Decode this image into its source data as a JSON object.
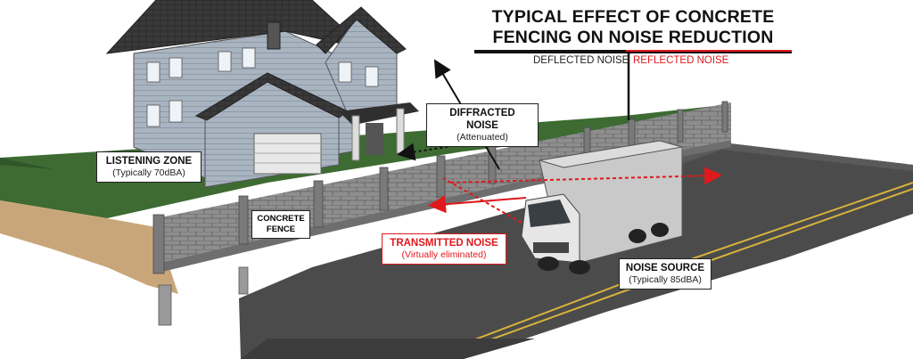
{
  "title": {
    "line1": "TYPICAL EFFECT OF CONCRETE",
    "line2": "FENCING ON NOISE REDUCTION"
  },
  "legend": {
    "deflected": "DEFLECTED NOISE",
    "reflected": "REFLECTED NOISE"
  },
  "labels": {
    "diffracted": {
      "main": "DIFFRACTED NOISE",
      "sub": "(Attenuated)"
    },
    "listening": {
      "main": "LISTENING ZONE",
      "sub": "(Typically 70dBA)"
    },
    "fence": {
      "line1": "CONCRETE",
      "line2": "FENCE"
    },
    "transmitted": {
      "main": "TRANSMITTED NOISE",
      "sub": "(Virtually eliminated)"
    },
    "source": {
      "main": "NOISE SOURCE",
      "sub": "(Typically 85dBA)"
    }
  },
  "colors": {
    "grass": "#3d6b32",
    "soil": "#c9a679",
    "road": "#4b4b4b",
    "fence": "#8c8c8c",
    "house": "#a9b4c1",
    "roof": "#3a3a3a",
    "accent_red": "#e0191d",
    "line_yellow": "#d8b23c"
  }
}
